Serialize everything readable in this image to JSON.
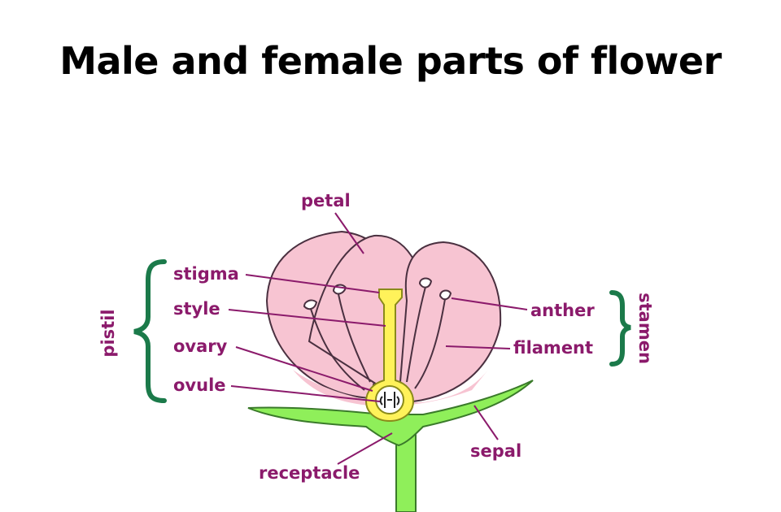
{
  "title": "Male and female parts of flower",
  "labels": {
    "petal": "petal",
    "stigma": "stigma",
    "style": "style",
    "ovary": "ovary",
    "ovule": "ovule",
    "anther": "anther",
    "filament": "filament",
    "sepal": "sepal",
    "receptacle": "receptacle",
    "pistil": "pistil",
    "stamen": "stamen"
  },
  "colors": {
    "label_text": "#8b1a6b",
    "leader_line": "#8b1a6b",
    "bracket": "#1b7a4a",
    "petal_fill": "#f7c4d2",
    "petal_stroke": "#4a3040",
    "sepal_fill": "#8fef5a",
    "sepal_stroke": "#3a7a2a",
    "pistil_fill": "#fff25a",
    "pistil_stroke": "#8a8a1a"
  }
}
